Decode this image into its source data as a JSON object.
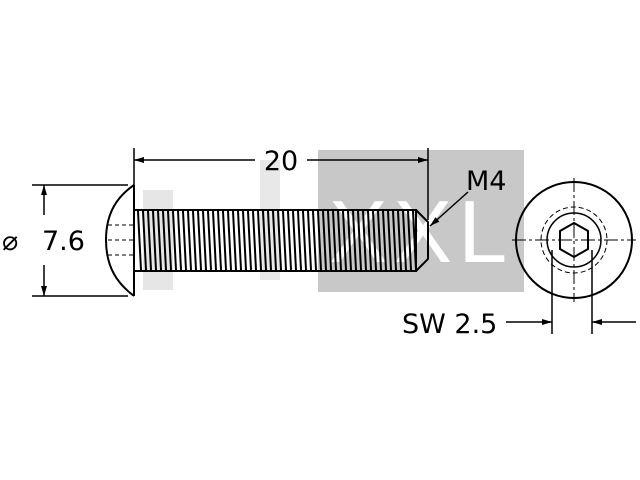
{
  "drawing": {
    "length_label": "20",
    "thread_label": "M4",
    "diameter_symbol": "⌀",
    "diameter_value": "7.6",
    "socket_label": "SW 2.5",
    "watermark_text": "XXL",
    "colors": {
      "line": "#000000",
      "watermark": "#c8c8c8",
      "background": "#ffffff"
    }
  }
}
